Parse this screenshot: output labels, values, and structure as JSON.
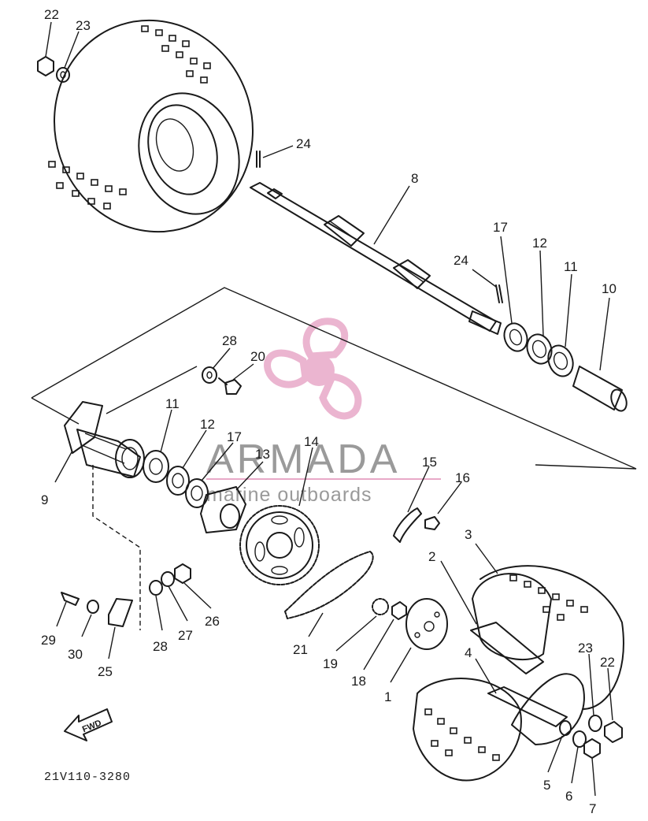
{
  "diagram_code": "21V110-3280",
  "direction_label": "FWD",
  "watermark": {
    "brand": "ARMADA",
    "subtitle": "marine outboards",
    "logo_color": "#e8a9c8",
    "text_color": "#9a9a9a"
  },
  "callouts": {
    "c22a": "22",
    "c23a": "23",
    "c24a": "24",
    "c8": "8",
    "c17a": "17",
    "c12a": "12",
    "c11a": "11",
    "c10": "10",
    "c24b": "24",
    "c28a": "28",
    "c20": "20",
    "c11b": "11",
    "c12b": "12",
    "c17b": "17",
    "c14": "14",
    "c13": "13",
    "c9": "9",
    "c15": "15",
    "c16": "16",
    "c3": "3",
    "c2": "2",
    "c29": "29",
    "c30": "30",
    "c25": "25",
    "c28b": "28",
    "c27": "27",
    "c26": "26",
    "c21": "21",
    "c19": "19",
    "c18": "18",
    "c1": "1",
    "c4": "4",
    "c23b": "23",
    "c22b": "22",
    "c5": "5",
    "c6": "6",
    "c7": "7"
  }
}
